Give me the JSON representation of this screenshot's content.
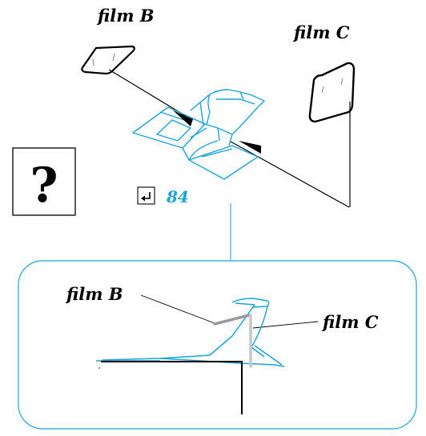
{
  "labels": {
    "film_b_top": "film B",
    "film_c_top": "film C",
    "film_b_detail": "film B",
    "film_c_detail": "film C"
  },
  "help_box": {
    "symbol": "?"
  },
  "step_ref": {
    "icon": "return-arrow-icon",
    "number": "84"
  },
  "colors": {
    "part_blue": "#1ca3d8",
    "ink": "#000000",
    "film_gray": "#9a9a9a",
    "film_light": "#c8c8c8"
  }
}
